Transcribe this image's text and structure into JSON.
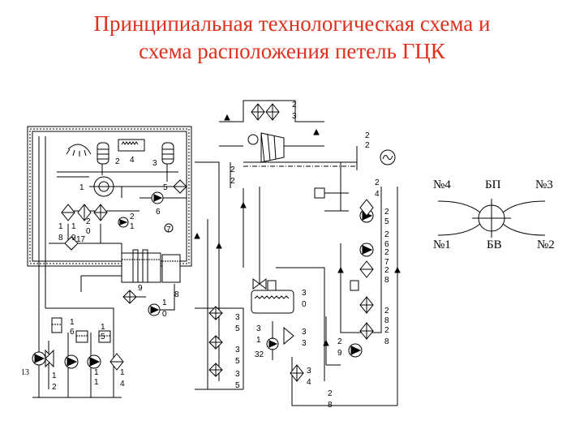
{
  "title": {
    "line1": "Принципиальная технологическая схема и",
    "line2": "схема расположения петель ГЦК",
    "color": "#e0301e"
  },
  "labels": {
    "n1": "1",
    "n2": "2",
    "n3": "3",
    "n4": "4",
    "n5": "5",
    "n6": "6",
    "n7": "7",
    "n8": "8",
    "n9": "9",
    "n10a": "1",
    "n10b": "0",
    "n11a": "1",
    "n11b": "1",
    "n12a": "1",
    "n12b": "2",
    "n13": "13",
    "n14a": "1",
    "n14b": "4",
    "n15a": "1",
    "n15b": "5",
    "n16a": "1",
    "n16b": "6",
    "n17": "17",
    "n18a": "1",
    "n18b": "8",
    "n19a": "1",
    "n19b": "9",
    "n20a": "2",
    "n20b": "0",
    "n21a": "2",
    "n21b": "1",
    "n22a": "2",
    "n22b": "2",
    "n22c": "2",
    "n22d": "2",
    "n23a": "2",
    "n23b": "3",
    "n24a": "2",
    "n24b": "4",
    "n25a": "2",
    "n25b": "5",
    "n26a": "2",
    "n26b": "6",
    "n27a": "2",
    "n27b": "7",
    "n28a": "2",
    "n28b": "8",
    "n28c": "2",
    "n28d": "8",
    "n28e": "2",
    "n28f": "8",
    "n28g": "2",
    "n28h": "8",
    "n29a": "2",
    "n29b": "9",
    "n30a": "3",
    "n30b": "0",
    "n31a": "3",
    "n31b": "1",
    "n32": "32",
    "n33a": "3",
    "n33b": "3",
    "n34a": "3",
    "n34b": "4",
    "n35a": "3",
    "n35b": "5",
    "n35c": "3",
    "n35d": "5",
    "n35e": "3",
    "n35f": "5"
  },
  "loop_layout": {
    "top_left": "№4",
    "top_center": "БП",
    "top_right": "№3",
    "bottom_left": "№1",
    "bottom_center": "БВ",
    "bottom_right": "№2"
  }
}
